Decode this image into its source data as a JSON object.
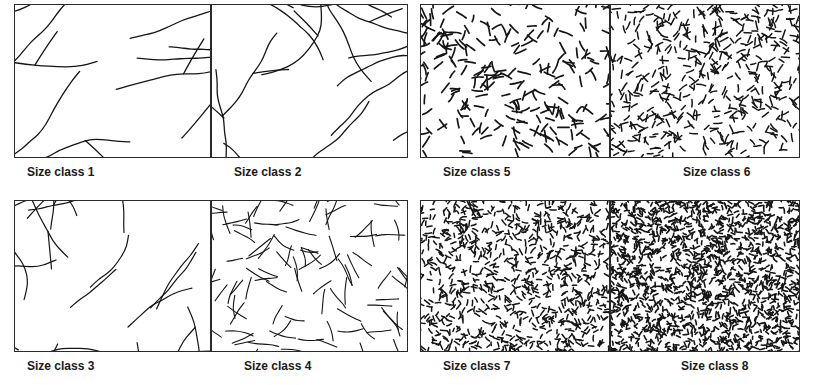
{
  "diagram": {
    "nodes": [
      {
        "text": [
          "Size class 1"
        ]
      },
      {
        "text": [
          "Size class 2"
        ]
      },
      {
        "text": [
          "Size class 5"
        ]
      },
      {
        "text": [
          "Size class 6"
        ]
      },
      {
        "text": [
          "Size class 3"
        ]
      },
      {
        "text": [
          "Size class 4"
        ]
      },
      {
        "text": [
          "Size class 7"
        ]
      },
      {
        "text": [
          "Size class 8"
        ]
      }
    ]
  }
}
